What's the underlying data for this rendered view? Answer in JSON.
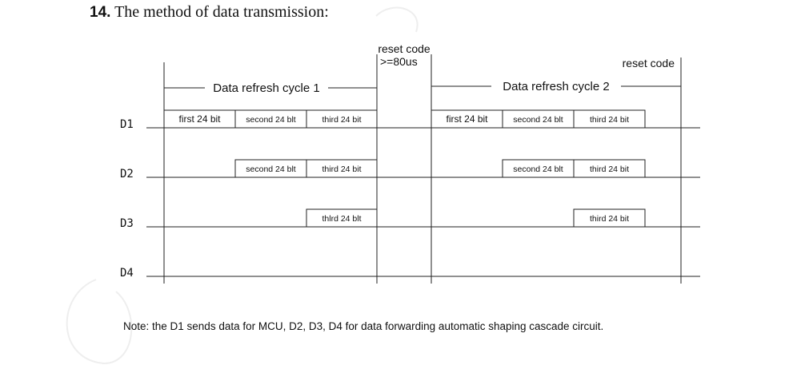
{
  "heading": {
    "number": "14.",
    "text": "The method of data transmission:"
  },
  "reset_code_label": "reset code",
  "reset_code_timing": ">=80us",
  "reset_code_right": "reset code",
  "cycles": [
    "Data refresh cycle 1",
    "Data refresh cycle 2"
  ],
  "lines": [
    {
      "name": "D1",
      "cycle1": [
        "first 24 bit",
        "second 24 blt",
        "third 24 bit"
      ],
      "cycle2": [
        "first 24 bit",
        "second 24 blt",
        "third 24 bit"
      ]
    },
    {
      "name": "D2",
      "cycle1": [
        "second 24 blt",
        "third 24 bit"
      ],
      "cycle2": [
        "second 24 blt",
        "third 24 bit"
      ]
    },
    {
      "name": "D3",
      "cycle1": [
        "thlrd 24 blt"
      ],
      "cycle2": [
        "third 24 bit"
      ]
    },
    {
      "name": "D4",
      "cycle1": [],
      "cycle2": []
    }
  ],
  "note": "Note: the D1 sends data for MCU, D2, D3, D4 for data forwarding automatic shaping cascade circuit."
}
